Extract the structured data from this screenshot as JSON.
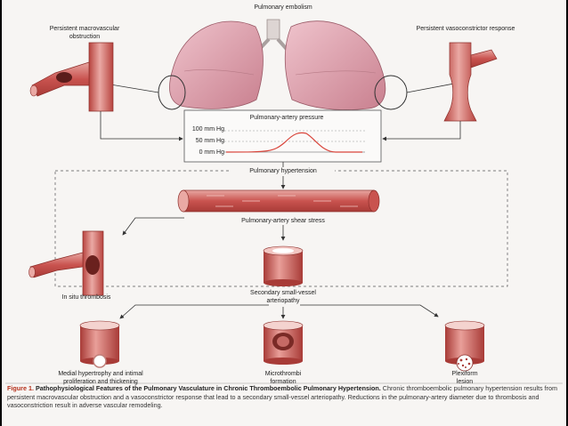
{
  "title": "Pulmonary embolism",
  "labels": {
    "macro": "Persistent macrovascular obstruction",
    "vaso": "Persistent vasoconstrictor response",
    "pressure_title": "Pulmonary-artery pressure",
    "p100": "100 mm Hg",
    "p50": "50 mm Hg",
    "p0": "0 mm Hg",
    "hypertension": "Pulmonary hypertension",
    "shear": "Pulmonary-artery shear stress",
    "thrombosis": "In situ thrombosis",
    "secondary": "Secondary small-vessel arteriopathy",
    "medial": "Medial hypertrophy and intimal proliferation and thickening",
    "micro": "Microthrombi formation",
    "plexiform": "Plexiform lesion"
  },
  "caption": {
    "figure": "Figure 1.",
    "title": "Pathophysiological Features of the Pulmonary Vasculature in Chronic Thromboembolic Pulmonary Hypertension.",
    "body": "Chronic thromboembolic pulmonary hypertension results from persistent macrovascular obstruction and a vasoconstrictor response that lead to a secondary small-vessel arteriopathy. Reductions in the pulmonary-artery diameter due to thrombosis and vasoconstriction result in adverse vascular remodeling."
  },
  "colors": {
    "vessel": "#c9534f",
    "vessel_light": "#e9a8a3",
    "lung": "#e2a9b6",
    "caption_red": "#b5311b",
    "curve": "#d9453b"
  }
}
